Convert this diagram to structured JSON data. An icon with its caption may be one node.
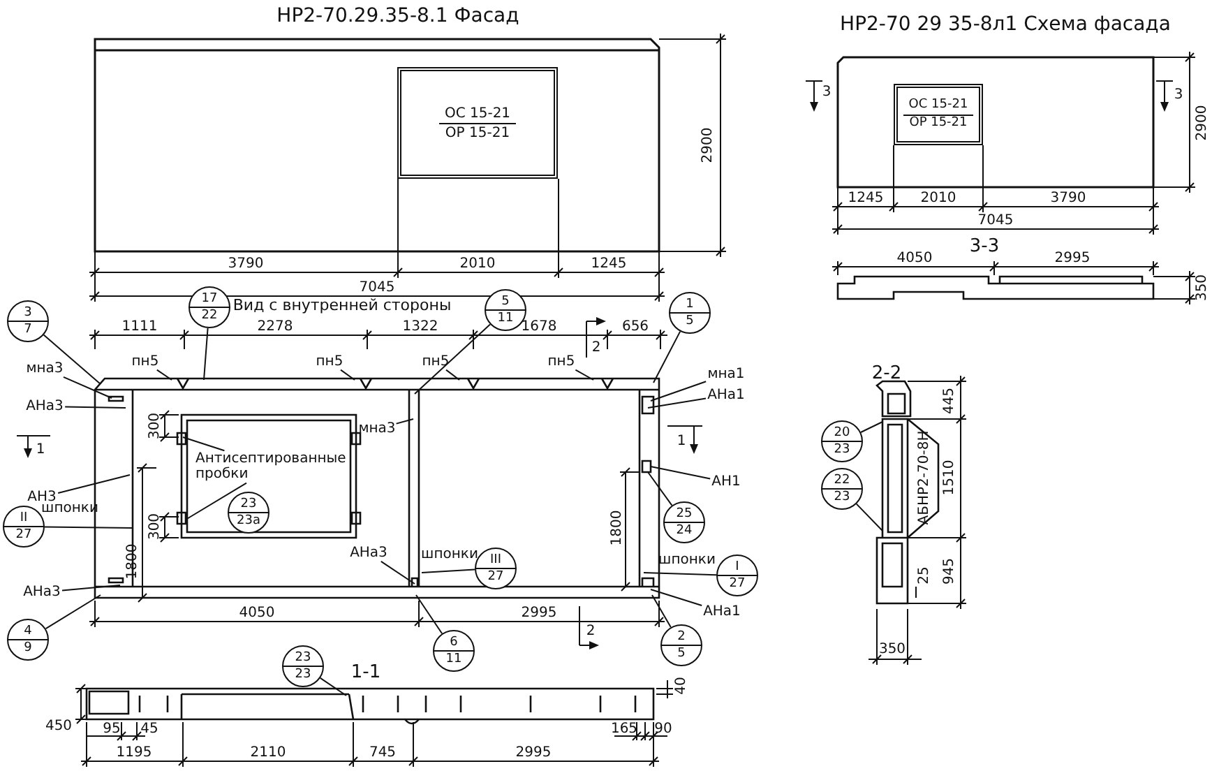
{
  "diagram": {
    "nodes": [
      {
        "text": [
          "ОС 15-21",
          "ОР 15-21"
        ]
      },
      {
        "text": [
          "ОС 15-21",
          "ОР 15-21"
        ]
      },
      {
        "text": [
          "3",
          "7"
        ]
      },
      {
        "text": [
          "17",
          "22"
        ]
      },
      {
        "text": [
          "5",
          "11"
        ]
      },
      {
        "text": [
          "1",
          "5"
        ]
      },
      {
        "text": [
          "пн5"
        ]
      },
      {
        "text": [
          "пн5"
        ]
      },
      {
        "text": [
          "пн5"
        ]
      },
      {
        "text": [
          "пн5"
        ]
      },
      {
        "text": [
          "мна3"
        ]
      },
      {
        "text": [
          "мна1"
        ]
      },
      {
        "text": [
          "АНа3"
        ]
      },
      {
        "text": [
          "АНа1"
        ]
      },
      {
        "text": [
          "АН1"
        ]
      },
      {
        "text": [
          "мна3"
        ],
        "in": 32
      },
      {
        "text": [
          "Антисептированные пробки"
        ],
        "in": 32
      },
      {
        "text": [
          "АН3"
        ]
      },
      {
        "text": [
          "II",
          "27"
        ],
        "beside": [
          "шпонки"
        ]
      },
      {
        "text": [
          "23",
          "23а"
        ],
        "in": 32
      },
      {
        "text": [
          "25",
          "24"
        ]
      },
      {
        "text": [
          "АНа3"
        ],
        "in": 32
      },
      {
        "text": [
          "III",
          "27"
        ],
        "beside": [
          "шпонки"
        ],
        "in": 32
      },
      {
        "text": [
          "I",
          "27"
        ],
        "beside": [
          "шпонки"
        ]
      },
      {
        "text": [
          "АНа3"
        ]
      },
      {
        "text": [
          "АНа1"
        ]
      },
      {
        "text": [
          "4",
          "9"
        ]
      },
      {
        "text": [
          "6",
          "11"
        ]
      },
      {
        "text": [
          "2",
          "5"
        ]
      },
      {
        "text": [
          "20",
          "23"
        ]
      },
      {
        "text": [
          "22",
          "23"
        ]
      },
      {
        "text": [
          "23",
          "23"
        ]
      },
      {
        "text": [],
        "shape": "picture"
      },
      {
        "text": [],
        "shape": "picture"
      },
      {
        "text": [],
        "shape": "picture"
      }
    ],
    "edges": [
      {
        "from": 2,
        "to": 32,
        "arrow": "none"
      },
      {
        "from": 3,
        "to": 32,
        "arrow": "none"
      },
      {
        "from": 4,
        "to": 32,
        "arrow": "none"
      },
      {
        "from": 5,
        "to": 32,
        "arrow": "none"
      },
      {
        "from": 6,
        "to": 32,
        "arrow": "none"
      },
      {
        "from": 7,
        "to": 32,
        "arrow": "none"
      },
      {
        "from": 8,
        "to": 32,
        "arrow": "none"
      },
      {
        "from": 9,
        "to": 32,
        "arrow": "none"
      },
      {
        "from": 10,
        "to": 32,
        "arrow": "none"
      },
      {
        "from": 11,
        "to": 32,
        "arrow": "none"
      },
      {
        "from": 12,
        "to": 32,
        "arrow": "none"
      },
      {
        "from": 13,
        "to": 32,
        "arrow": "none"
      },
      {
        "from": 14,
        "to": 32,
        "arrow": "none"
      },
      {
        "from": 15,
        "to": 32,
        "arrow": "none"
      },
      {
        "from": 16,
        "to": 32,
        "arrow": "none"
      },
      {
        "from": 16,
        "to": 32,
        "arrow": "none"
      },
      {
        "from": 17,
        "to": 32,
        "arrow": "none"
      },
      {
        "from": 18,
        "to": 32,
        "arrow": "none"
      },
      {
        "from": 20,
        "to": 32,
        "arrow": "none"
      },
      {
        "from": 21,
        "to": 32,
        "arrow": "none"
      },
      {
        "from": 22,
        "to": 32,
        "arrow": "none"
      },
      {
        "from": 23,
        "to": 32,
        "arrow": "none"
      },
      {
        "from": 24,
        "to": 32,
        "arrow": "none"
      },
      {
        "from": 25,
        "to": 32,
        "arrow": "none"
      },
      {
        "from": 26,
        "to": 32,
        "arrow": "none"
      },
      {
        "from": 27,
        "to": 32,
        "arrow": "none"
      },
      {
        "from": 28,
        "to": 32,
        "arrow": "none"
      },
      {
        "from": 29,
        "to": 33,
        "arrow": "none"
      },
      {
        "from": 30,
        "to": 33,
        "arrow": "none"
      },
      {
        "from": 31,
        "to": 34,
        "arrow": "none"
      }
    ],
    "labels": [
      "НР2-70.29.35-8.1 Фасад",
      "НР2-70 29 35-8л1 Схема фасада",
      "3",
      "3",
      "2900",
      "2900",
      "1245",
      "2010",
      "3790",
      "7045",
      "3-3",
      "4050",
      "2995",
      "3790",
      "2010",
      "1245",
      "350",
      "7045",
      "Вид с внутренней стороны",
      "1111",
      "2278",
      "1322",
      "1678",
      "656",
      "2",
      "2-2",
      "445",
      "300",
      "1",
      "1",
      "АБНР2-70-8Н",
      "1510",
      "300",
      "1800",
      "1800",
      "945",
      "25",
      "4050",
      "2995",
      "2",
      "350",
      "1-1",
      "40",
      "450",
      "95",
      "45",
      "165",
      "90",
      "1195",
      "2110",
      "745",
      "2995"
    ]
  }
}
